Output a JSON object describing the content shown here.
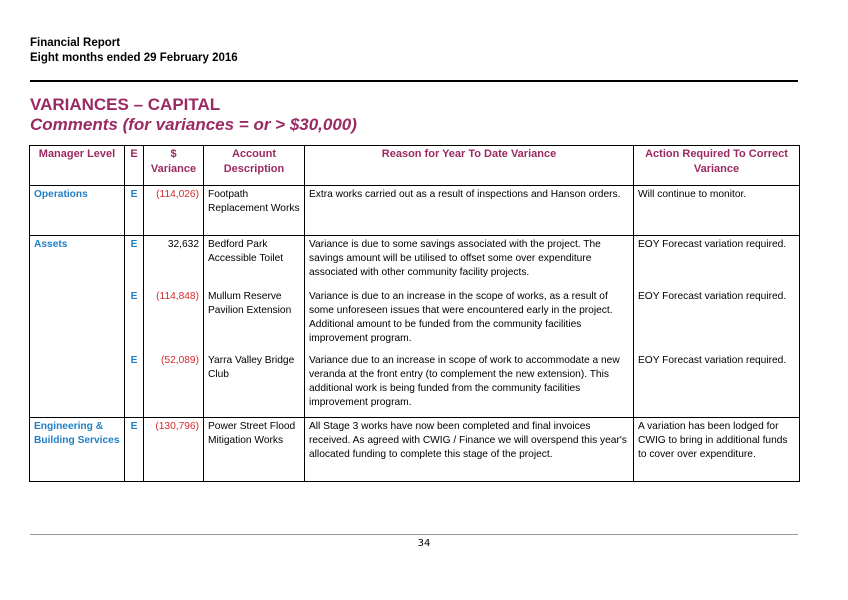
{
  "header": {
    "line1": "Financial Report",
    "line2": "Eight months ended 29 February 2016"
  },
  "section": {
    "title": "VARIANCES – CAPITAL",
    "subtitle": "Comments (for variances = or > $30,000)"
  },
  "table": {
    "columns": {
      "manager": "Manager Level",
      "e": "E",
      "variance": "$ Variance",
      "description": "Account Description",
      "reason": "Reason for Year To Date Variance",
      "action": "Action Required To Correct Variance"
    },
    "rows": [
      {
        "manager": "Operations",
        "e": "E",
        "variance": "(114,026)",
        "description": "Footpath Replacement Works",
        "reason": "Extra works carried out as a result of inspections and Hanson orders.",
        "action": "Will continue to monitor."
      },
      {
        "manager": "Assets",
        "e": "E",
        "variance": "32,632",
        "description": "Bedford Park Accessible Toilet",
        "reason": "Variance is due to some savings associated with the project. The savings amount will be utilised to offset some over expenditure associated with other community facility projects.",
        "action": "EOY Forecast variation required."
      },
      {
        "manager": "",
        "e": "E",
        "variance": "(114,848)",
        "description": "Mullum Reserve Pavilion Extension",
        "reason": "Variance is due to an increase in the scope of works, as a result of some unforeseen issues that were encountered early in the project. Additional amount to be funded from the community facilities improvement program.",
        "action": "EOY Forecast variation required."
      },
      {
        "manager": "",
        "e": "E",
        "variance": "(52,089)",
        "description": "Yarra Valley Bridge Club",
        "reason": "Variance due to an increase in scope of work to accommodate a new veranda at the front entry (to complement the new extension). This additional work is being funded from the community facilities improvement program.",
        "action": "EOY Forecast variation required."
      },
      {
        "manager": "Engineering & Building Services",
        "e": "E",
        "variance": "(130,796)",
        "description": "Power Street Flood Mitigation Works",
        "reason": "All Stage 3 works have now been completed and final invoices received.  As agreed with CWIG / Finance we will overspend this year's allocated funding to complete this stage of the project.",
        "action": "A variation has been lodged for CWIG to bring in additional funds to cover over expenditure."
      }
    ]
  },
  "colors": {
    "heading": "#9b2a63",
    "manager": "#1f7fc6",
    "negative": "#d62b2b"
  },
  "footer": {
    "page_number": "34"
  }
}
